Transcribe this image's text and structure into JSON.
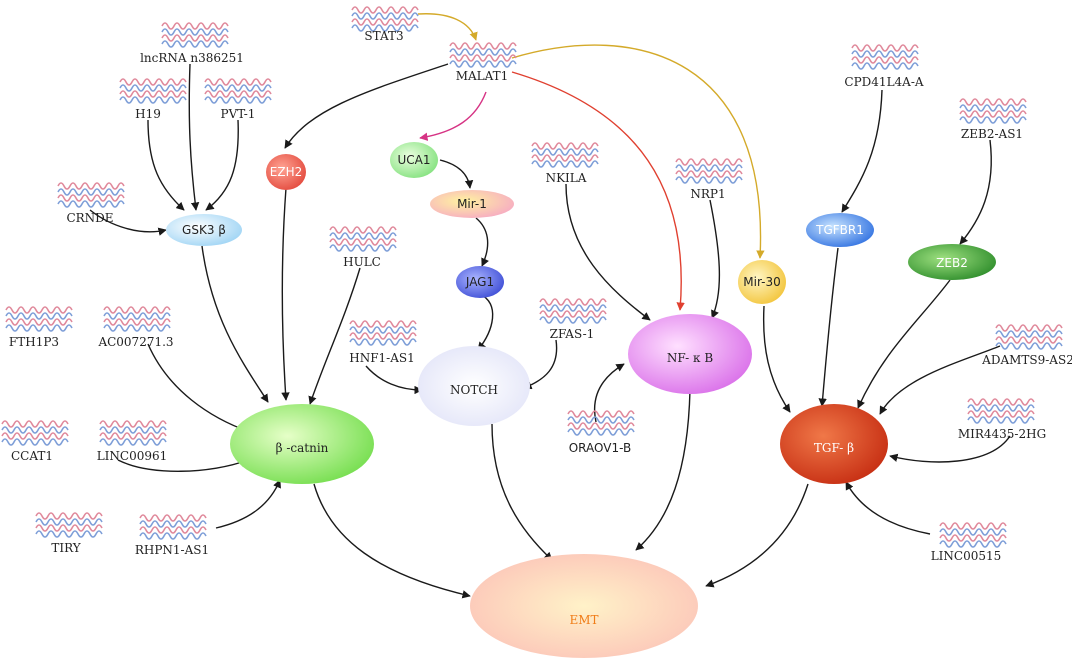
{
  "lncrnas": {
    "lncrna_n386251": "lncRNA n386251",
    "stat3": "STAT3",
    "malat1": "MALAT1",
    "h19": "H19",
    "pvt1": "PVT-1",
    "crnde": "CRNDE",
    "fth1p3": "FTH1P3",
    "ac007271": "AC007271.3",
    "ccat1": "CCAT1",
    "linc00961": "LINC00961",
    "tiry": "TIRY",
    "rhpn1_as1": "RHPN1-AS1",
    "hulc": "HULC",
    "hnf1_as1": "HNF1-AS1",
    "zfas1": "ZFAS-1",
    "orao_v1b": "ORAOV1-B",
    "nkila": "NKILA",
    "nrp1": "NRP1",
    "cpd41l4a": "CPD41L4A-A",
    "zeb2_as1": "ZEB2-AS1",
    "adamts9_as2": "ADAMTS9-AS2",
    "mir4435": "MIR4435-2HG",
    "linc00515": "LINC00515"
  },
  "nodes": {
    "gsk3b": "GSK3 β",
    "ezh2": "EZH2",
    "uca1": "UCA1",
    "mir1": "Mir-1",
    "jag1": "JAG1",
    "mir30": "Mir-30",
    "tgfbr1": "TGFBR1",
    "zeb2": "ZEB2",
    "b_catenin": "β -catnin",
    "notch": "NOTCH",
    "nfkb": "NF- κ B",
    "tgfb": "TGF- β",
    "emt": "EMT"
  },
  "colors": {
    "arrow": "#1a1a1a",
    "arrow_gold": "#d4aa2a",
    "arrow_magenta": "#d63384",
    "arrow_red": "#e04030",
    "emt_text": "#f07d18"
  }
}
